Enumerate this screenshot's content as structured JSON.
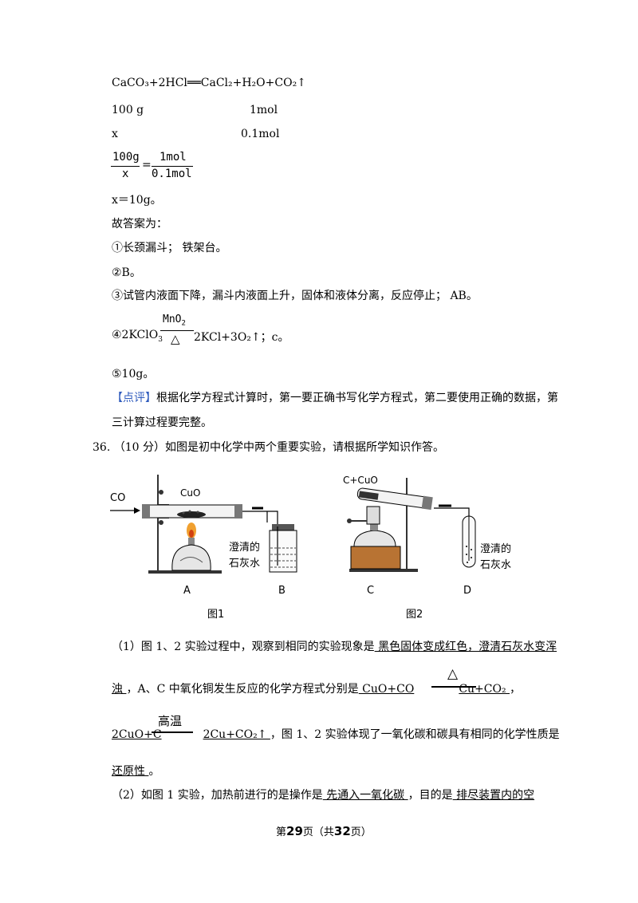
{
  "calc": {
    "equation": "CaCO₃+2HCl══CaCl₂+H₂O+CO₂↑",
    "row1_left": "100  g",
    "row1_right": "1mol",
    "row2_left": "x",
    "row2_right": "0.1mol",
    "frac1_num": "100g",
    "frac1_den": "x",
    "frac_eq": "=",
    "frac2_num": "1mol",
    "frac2_den": "0.1mol",
    "result": "x＝10g。"
  },
  "answer": {
    "header": "故答案为：",
    "a1": "①长颈漏斗；  铁架台。",
    "a2": "②B。",
    "a3": "③试管内液面下降，漏斗内液面上升，固体和液体分离，反应停止；  AB。",
    "a4_prefix": "④2KClO",
    "a4_sub": "3",
    "a4_top": "MnO",
    "a4_top_sub": "2",
    "a4_bottom": "△",
    "a4_suffix": "2KCl+3O₂↑；c。",
    "a5": "⑤10g。"
  },
  "comment": {
    "tag": "【点评】",
    "line1": "根据化学方程式计算时，第一要正确书写化学方程式，第二要使用正确的数据，第",
    "line2": "三计算过程要完整。"
  },
  "question": {
    "title": "36.  （10 分）如图是初中化学中两个重要实验，请根据所学知识作答。",
    "fig1": {
      "co": "CO",
      "cuo": "CuO",
      "liquid": "澄清的\n石灰水",
      "label_a": "A",
      "label_b": "B",
      "caption": "图1"
    },
    "fig2": {
      "reactant": "C+CuO",
      "liquid": "澄清的\n石灰水",
      "label_c": "C",
      "label_d": "D",
      "caption": "图2"
    },
    "p1_line1_prefix": "（1）图 1、2 实验过程中，观察到相同的实验现象是",
    "p1_line1_ans": "  黑色固体变成红色，澄清石灰水变浑",
    "p1_line2_ans1": "浊   ",
    "p1_line2_mid": "，A、C 中氧化铜发生反应的化学方程式分别是",
    "p1_eq1_left": "  CuO+CO",
    "p1_eq1_cond": "△",
    "p1_eq1_right": "Cu+CO₂  ",
    "p1_line2_end": "，",
    "p1_eq2_left": "2CuO+C",
    "p1_eq2_cond": "高温",
    "p1_eq2_right": "2Cu+CO₂↑    ",
    "p1_line3_text": "，图 1、2 实验体现了一氧化碳和碳具有相同的化学性质是",
    "p1_line4_ans": "还原性   ",
    "p1_line4_end": "。",
    "p2_prefix": "（2）如图 1 实验，加热前进行的是操作是",
    "p2_ans1": "  先通入一氧化碳   ",
    "p2_mid": "，目的是",
    "p2_ans2": "  排尽装置内的空"
  },
  "footer": {
    "pre": "第",
    "page": "29",
    "mid": "页（共",
    "total": "32",
    "post": "页）"
  }
}
